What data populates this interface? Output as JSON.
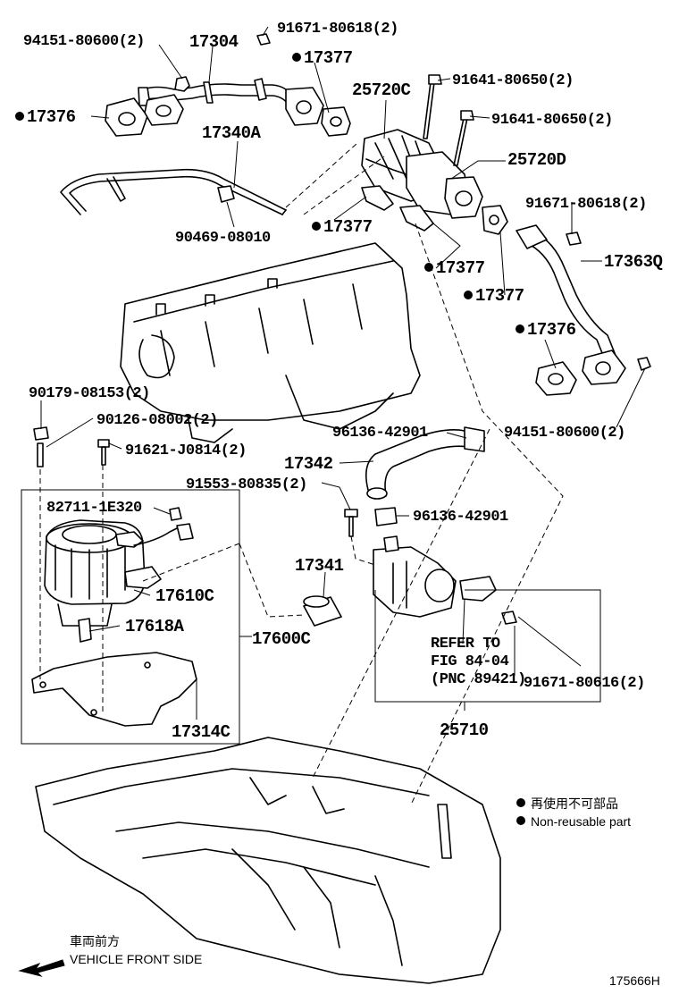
{
  "labels": {
    "p94151_top": "94151-80600(2)",
    "p17304": "17304",
    "p91671_top": "91671-80618(2)",
    "p17377_a": "17377",
    "p17376_a": "17376",
    "p25720C": "25720C",
    "p91641_a": "91641-80650(2)",
    "p91641_b": "91641-80650(2)",
    "p17340A": "17340A",
    "p25720D": "25720D",
    "p90469": "90469-08010",
    "p17377_b": "17377",
    "p91671_mid": "91671-80618(2)",
    "p17377_c": "17377",
    "p17363Q": "17363Q",
    "p17377_d": "17377",
    "p17376_b": "17376",
    "p90179": "90179-08153(2)",
    "p90126": "90126-08002(2)",
    "p94151_right": "94151-80600(2)",
    "p96136_a": "96136-42901",
    "p91621": "91621-J0814(2)",
    "p17342": "17342",
    "p91553": "91553-80835(2)",
    "p82711": "82711-1E320",
    "p96136_b": "96136-42901",
    "p17341": "17341",
    "p17610C": "17610C",
    "p17618A": "17618A",
    "p17600C": "17600C",
    "refer1": "REFER TO",
    "refer2": "FIG 84-04",
    "refer3": "(PNC 89421)",
    "p91671_bot": "91671-80616(2)",
    "p17314C": "17314C",
    "p25710": "25710"
  },
  "legend": {
    "jp": "再使用不可部品",
    "en": "Non-reusable part"
  },
  "direction": {
    "jp": "車両前方",
    "en": "VEHICLE FRONT SIDE"
  },
  "figure_id": "175666H"
}
